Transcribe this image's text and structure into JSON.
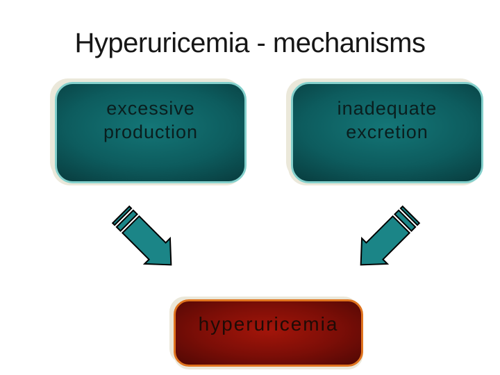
{
  "title": "Hyperuricemia - mechanisms",
  "boxes": {
    "excessive_production": {
      "label": "excessive\nproduction"
    },
    "inadequate_excretion": {
      "label": "inadequate\nexcretion"
    },
    "hyperuricemia": {
      "label": "hyperuricemia"
    }
  },
  "icons": {
    "left_arrow": "striped-arrow-pointing-down-right",
    "right_arrow": "striped-arrow-pointing-down-left"
  },
  "colors": {
    "slide_bg": "#ffffff",
    "title_color": "#161616",
    "backing_cream": "#ebe8da",
    "teal_border": "#84d0cc",
    "teal_center": "#147677",
    "teal_mid": "#0d5c5e",
    "teal_edge": "#05292b",
    "teal_text": "#0a1e1e",
    "orange_border": "#e0741f",
    "red_center": "#a3150a",
    "red_mid": "#7c0e07",
    "red_edge": "#310302",
    "red_text": "#1e0b06",
    "arrow_fill": "#1b8587",
    "arrow_outline": "#000000"
  }
}
